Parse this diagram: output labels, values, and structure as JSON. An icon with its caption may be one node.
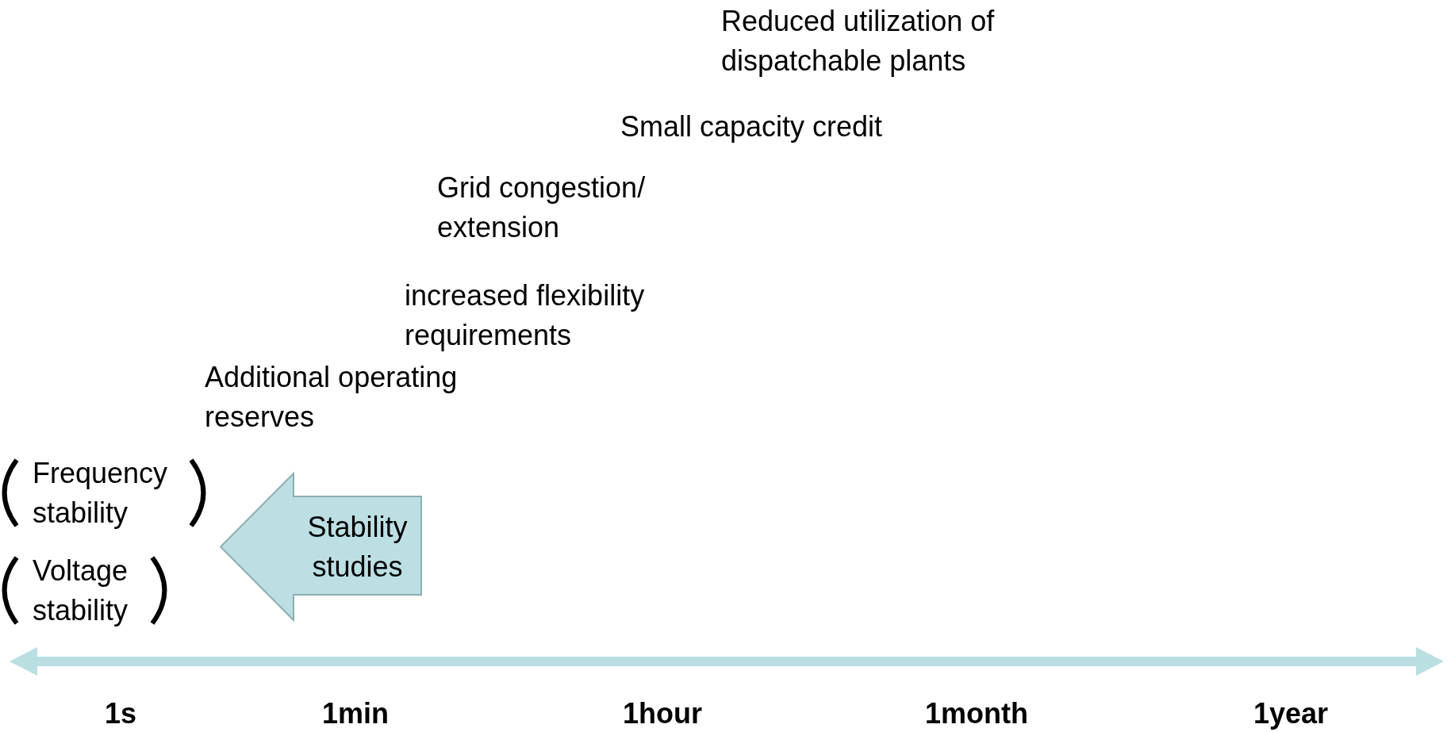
{
  "diagram": {
    "nodes": [
      {
        "text": [
          "Stability studies"
        ]
      }
    ],
    "edges": [],
    "labels": [
      "Reduced utilization of dispatchable plants",
      "Small capacity credit",
      "Grid congestion/ extension",
      "increased flexibility requirements",
      "Additional operating reserves",
      "Frequency stability",
      "Voltage stability",
      "1s",
      "1min",
      "1hour",
      "1month",
      "1year"
    ]
  }
}
